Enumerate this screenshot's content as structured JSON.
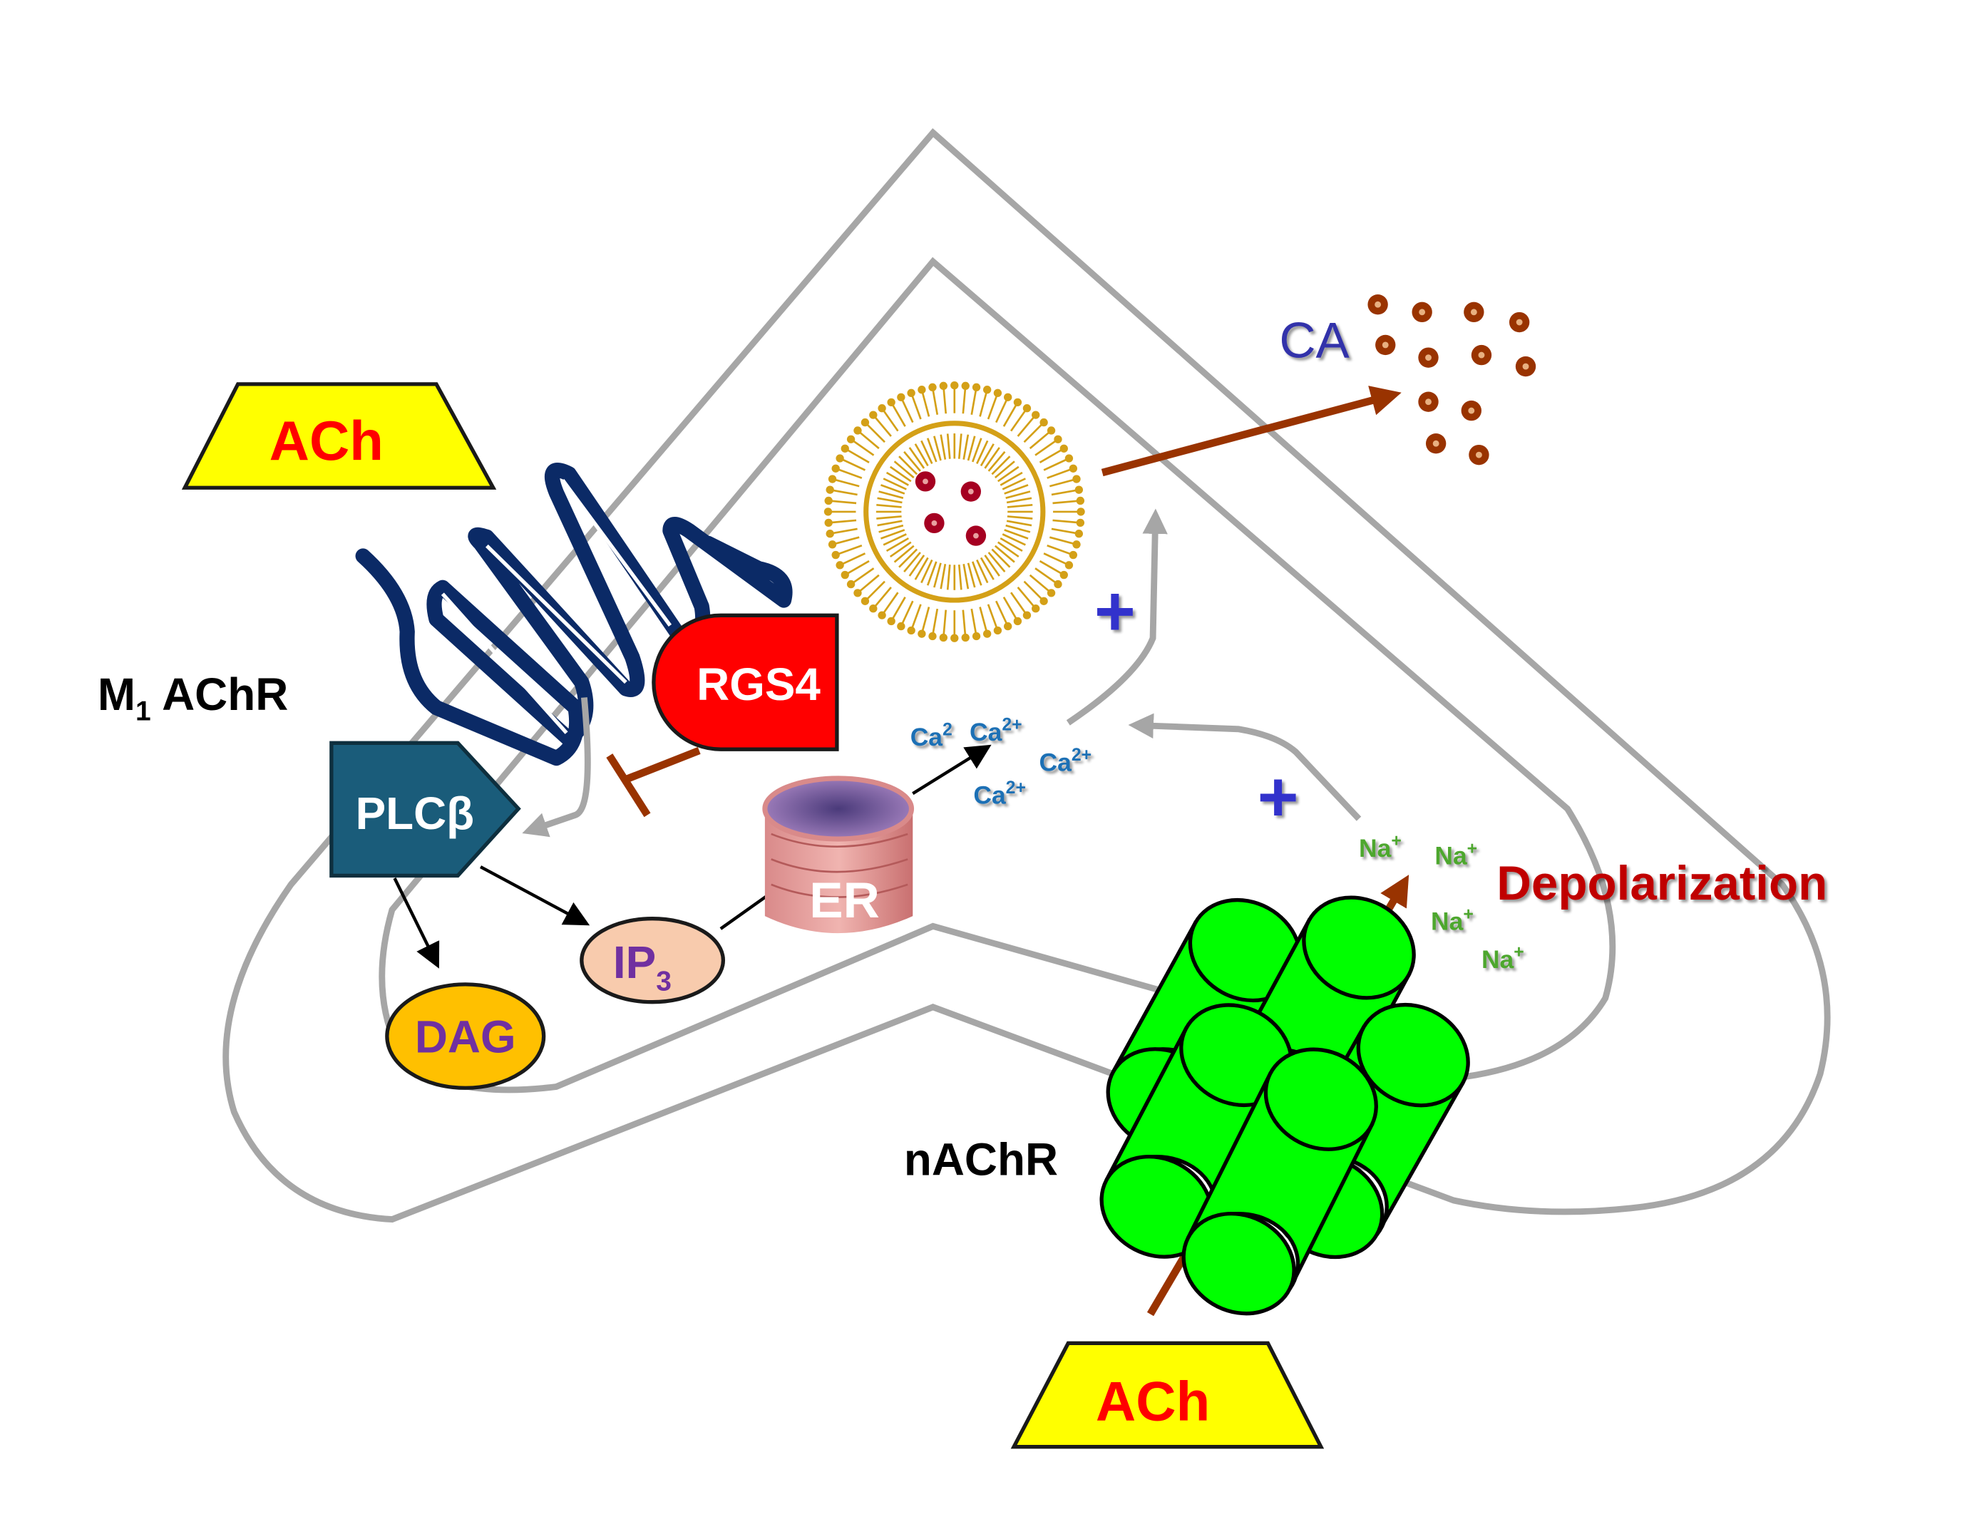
{
  "labels": {
    "ach_top": "ACh",
    "ach_bottom": "ACh",
    "m1": "M",
    "m1_sub": "1",
    "m1_rest": " AChR",
    "rgs4": "RGS4",
    "plcb": "PLCβ",
    "dag": "DAG",
    "ip3": "IP",
    "ip3_sub": "3",
    "er": "ER",
    "ca_out": "CA",
    "nachr": "nAChR",
    "depolarization": "Depolarization",
    "ca_ions": [
      {
        "base": "Ca",
        "sup": "2"
      },
      {
        "base": "Ca",
        "sup": "2+"
      },
      {
        "base": "Ca",
        "sup": "2+"
      },
      {
        "base": "Ca",
        "sup": "2+"
      }
    ],
    "na_ions": [
      {
        "base": "Na",
        "sup": "+"
      },
      {
        "base": "Na",
        "sup": "+"
      },
      {
        "base": "Na",
        "sup": "+"
      },
      {
        "base": "Na",
        "sup": "+"
      }
    ],
    "plus_1": "+",
    "plus_2": "+"
  },
  "colors": {
    "membrane": "#A6A6A6",
    "receptor": "#0B2A66",
    "rgs4": "#FF0000",
    "plcb": "#1A5C7A",
    "dag": "#FFC000",
    "ip3": "#F8CBAD",
    "ach_fill": "#FFFF00",
    "ach_text": "#FF0000",
    "ion_ca": "#1F6FB5",
    "ion_na": "#4EA72E",
    "plus": "#3333CC",
    "depolarization": "#C00000",
    "catecholamine": "#993300",
    "nachr": "#00FF00",
    "vesicle": "#D4A017"
  }
}
